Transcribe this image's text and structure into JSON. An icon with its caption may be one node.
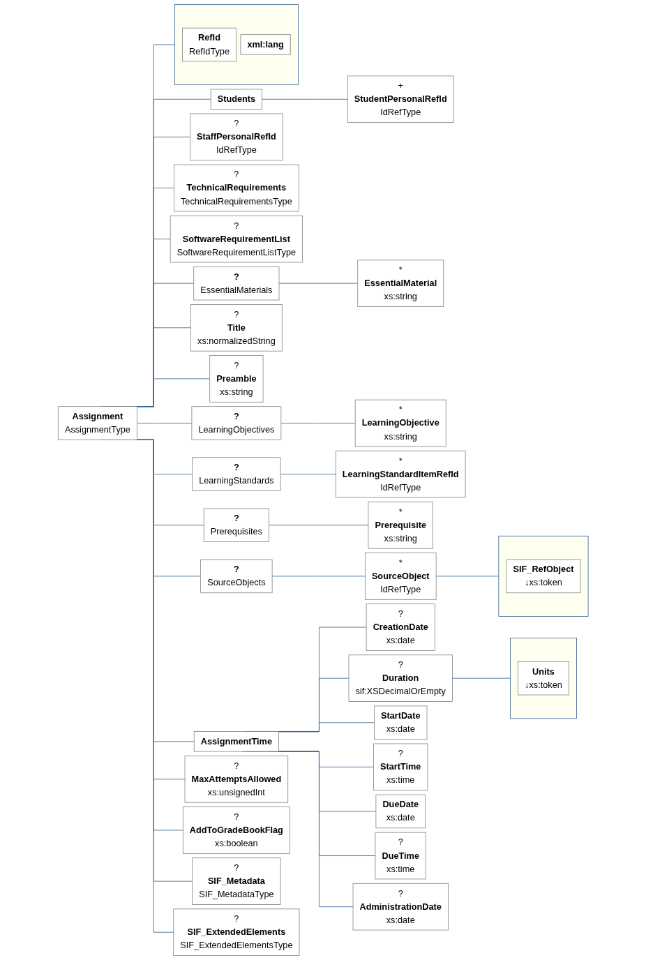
{
  "diagram": {
    "nodes": [
      {
        "text": [
          "Assignment",
          "AssignmentType"
        ]
      },
      {
        "text": [],
        "shape": "box"
      },
      {
        "text": [
          "RefId",
          "RefIdType"
        ],
        "in": 1
      },
      {
        "text": [
          "xml:lang"
        ],
        "in": 1
      },
      {
        "text": [
          "Students"
        ]
      },
      {
        "text": [
          "+",
          "StudentPersonalRefId",
          "IdRefType"
        ]
      },
      {
        "text": [
          "?",
          "StaffPersonalRefId",
          "IdRefType"
        ]
      },
      {
        "text": [
          "?",
          "TechnicalRequirements",
          "TechnicalRequirementsType"
        ]
      },
      {
        "text": [
          "?",
          "SoftwareRequirementList",
          "SoftwareRequirementListType"
        ]
      },
      {
        "text": [
          "?",
          "EssentialMaterials"
        ]
      },
      {
        "text": [
          "*",
          "EssentialMaterial",
          "xs:string"
        ]
      },
      {
        "text": [
          "?",
          "Title",
          "xs:normalizedString"
        ]
      },
      {
        "text": [
          "?",
          "Preamble",
          "xs:string"
        ]
      },
      {
        "text": [
          "?",
          "LearningObjectives"
        ]
      },
      {
        "text": [
          "*",
          "LearningObjective",
          "xs:string"
        ]
      },
      {
        "text": [
          "?",
          "LearningStandards"
        ]
      },
      {
        "text": [
          "*",
          "LearningStandardItemRefId",
          "IdRefType"
        ]
      },
      {
        "text": [
          "?",
          "Prerequisites"
        ]
      },
      {
        "text": [
          "*",
          "Prerequisite",
          "xs:string"
        ]
      },
      {
        "text": [
          "?",
          "SourceObjects"
        ]
      },
      {
        "text": [
          "*",
          "SourceObject",
          "IdRefType"
        ]
      },
      {
        "text": [],
        "shape": "box"
      },
      {
        "text": [
          "SIF_RefObject",
          "↓xs:token"
        ],
        "in": 21
      },
      {
        "text": [
          "AssignmentTime"
        ]
      },
      {
        "text": [
          "?",
          "CreationDate",
          "xs:date"
        ]
      },
      {
        "text": [
          "?",
          "Duration",
          "sif:XSDecimalOrEmpty"
        ]
      },
      {
        "text": [],
        "shape": "box"
      },
      {
        "text": [
          "Units",
          "↓xs:token"
        ],
        "in": 26
      },
      {
        "text": [
          "StartDate",
          "xs:date"
        ]
      },
      {
        "text": [
          "?",
          "StartTime",
          "xs:time"
        ]
      },
      {
        "text": [
          "DueDate",
          "xs:date"
        ]
      },
      {
        "text": [
          "?",
          "DueTime",
          "xs:time"
        ]
      },
      {
        "text": [
          "?",
          "AdministrationDate",
          "xs:date"
        ]
      },
      {
        "text": [
          "?",
          "MaxAttemptsAllowed",
          "xs:unsignedInt"
        ]
      },
      {
        "text": [
          "?",
          "AddToGradeBookFlag",
          "xs:boolean"
        ]
      },
      {
        "text": [
          "?",
          "SIF_Metadata",
          "SIF_MetadataType"
        ]
      },
      {
        "text": [
          "?",
          "SIF_ExtendedElements",
          "SIF_ExtendedElementsType"
        ]
      }
    ],
    "edges": [
      {
        "from": 0,
        "to": 1,
        "arrow": "none"
      },
      {
        "from": 0,
        "to": 4,
        "arrow": "none"
      },
      {
        "from": 0,
        "to": 6,
        "arrow": "none"
      },
      {
        "from": 0,
        "to": 7,
        "arrow": "none"
      },
      {
        "from": 0,
        "to": 8,
        "arrow": "none"
      },
      {
        "from": 0,
        "to": 9,
        "arrow": "none"
      },
      {
        "from": 0,
        "to": 11,
        "arrow": "none"
      },
      {
        "from": 0,
        "to": 12,
        "arrow": "none"
      },
      {
        "from": 0,
        "to": 13,
        "arrow": "none"
      },
      {
        "from": 0,
        "to": 15,
        "arrow": "none"
      },
      {
        "from": 0,
        "to": 17,
        "arrow": "none"
      },
      {
        "from": 0,
        "to": 19,
        "arrow": "none"
      },
      {
        "from": 0,
        "to": 23,
        "arrow": "none"
      },
      {
        "from": 0,
        "to": 33,
        "arrow": "none"
      },
      {
        "from": 0,
        "to": 34,
        "arrow": "none"
      },
      {
        "from": 0,
        "to": 35,
        "arrow": "none"
      },
      {
        "from": 0,
        "to": 36,
        "arrow": "none"
      },
      {
        "from": 4,
        "to": 5,
        "arrow": "none"
      },
      {
        "from": 9,
        "to": 10,
        "arrow": "none"
      },
      {
        "from": 13,
        "to": 14,
        "arrow": "none"
      },
      {
        "from": 15,
        "to": 16,
        "arrow": "none"
      },
      {
        "from": 17,
        "to": 18,
        "arrow": "none"
      },
      {
        "from": 19,
        "to": 20,
        "arrow": "none"
      },
      {
        "from": 20,
        "to": 21,
        "arrow": "none"
      },
      {
        "from": 23,
        "to": 24,
        "arrow": "none"
      },
      {
        "from": 23,
        "to": 25,
        "arrow": "none"
      },
      {
        "from": 23,
        "to": 28,
        "arrow": "none"
      },
      {
        "from": 23,
        "to": 29,
        "arrow": "none"
      },
      {
        "from": 23,
        "to": 30,
        "arrow": "none"
      },
      {
        "from": 23,
        "to": 31,
        "arrow": "none"
      },
      {
        "from": 23,
        "to": 32,
        "arrow": "none"
      },
      {
        "from": 25,
        "to": 26,
        "arrow": "none"
      }
    ]
  }
}
